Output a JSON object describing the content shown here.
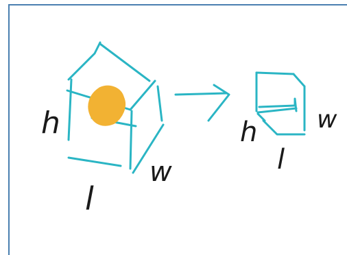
{
  "colors": {
    "background": "#ffffff",
    "frame": "#4a7fb0",
    "box_stroke": "#2ab5c4",
    "blob_fill": "#f2b233",
    "letters": "#1a1a1a"
  },
  "large_box": {
    "labels": {
      "height": "h",
      "length": "l",
      "width": "w"
    }
  },
  "small_box": {
    "labels": {
      "height": "h",
      "length": "l",
      "width": "w"
    }
  }
}
